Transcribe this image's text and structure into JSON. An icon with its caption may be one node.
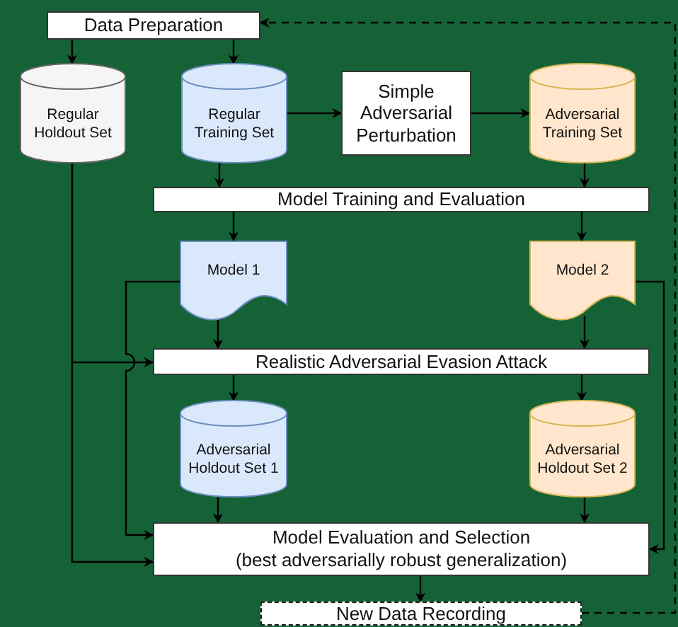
{
  "diagram": {
    "nodes": [
      {
        "text": [
          "Data Preparation"
        ]
      },
      {
        "text": [
          "Regular Holdout Set"
        ]
      },
      {
        "text": [
          "Regular Training Set"
        ]
      },
      {
        "text": [
          "Simple Adversarial Perturbation"
        ]
      },
      {
        "text": [
          "Adversarial Training Set"
        ]
      },
      {
        "text": [
          "Model Training and Evaluation"
        ]
      },
      {
        "text": [
          "Model 1"
        ]
      },
      {
        "text": [
          "Model 2"
        ]
      },
      {
        "text": [
          "Realistic Adversarial Evasion Attack"
        ]
      },
      {
        "text": [
          "Adversarial Holdout Set 1"
        ]
      },
      {
        "text": [
          "Adversarial Holdout Set 2"
        ]
      },
      {
        "text": [
          "Model Evaluation and Selection",
          "(best adversarially robust generalization)"
        ]
      },
      {
        "text": [
          "New Data Recording"
        ]
      }
    ],
    "edges": [
      {
        "from": 0,
        "to": 1,
        "arrow": "to"
      },
      {
        "from": 0,
        "to": 2,
        "arrow": "to"
      },
      {
        "from": 2,
        "to": 3,
        "arrow": "to"
      },
      {
        "from": 3,
        "to": 4,
        "arrow": "to"
      },
      {
        "from": 2,
        "to": 5,
        "arrow": "to"
      },
      {
        "from": 4,
        "to": 5,
        "arrow": "to"
      },
      {
        "from": 5,
        "to": 6,
        "arrow": "to"
      },
      {
        "from": 5,
        "to": 7,
        "arrow": "to"
      },
      {
        "from": 6,
        "to": 8,
        "arrow": "to"
      },
      {
        "from": 7,
        "to": 8,
        "arrow": "to"
      },
      {
        "from": 1,
        "to": 8,
        "arrow": "to"
      },
      {
        "from": 1,
        "to": 11,
        "arrow": "to"
      },
      {
        "from": 6,
        "to": 11,
        "arrow": "to"
      },
      {
        "from": 7,
        "to": 11,
        "arrow": "to"
      },
      {
        "from": 8,
        "to": 9,
        "arrow": "to"
      },
      {
        "from": 8,
        "to": 10,
        "arrow": "to"
      },
      {
        "from": 9,
        "to": 11,
        "arrow": "to"
      },
      {
        "from": 10,
        "to": 11,
        "arrow": "to"
      },
      {
        "from": 11,
        "to": 12,
        "arrow": "to"
      },
      {
        "from": 12,
        "to": 0,
        "arrow": "to",
        "style": "dashed"
      }
    ]
  }
}
